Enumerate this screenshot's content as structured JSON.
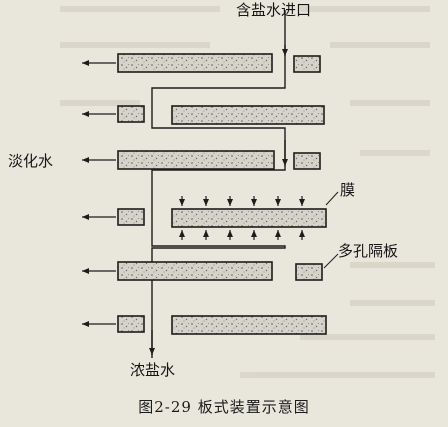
{
  "labels": {
    "inlet": "含盐水进口",
    "fresh": "淡化水",
    "membrane": "膜",
    "plate": "多孔隔板",
    "brine": "浓盐水"
  },
  "caption": "图2-29  板式装置示意图",
  "colors": {
    "background": "#e9e6dc",
    "ink": "#1d1d1b",
    "membrane_fill": "#d6d3ca"
  }
}
